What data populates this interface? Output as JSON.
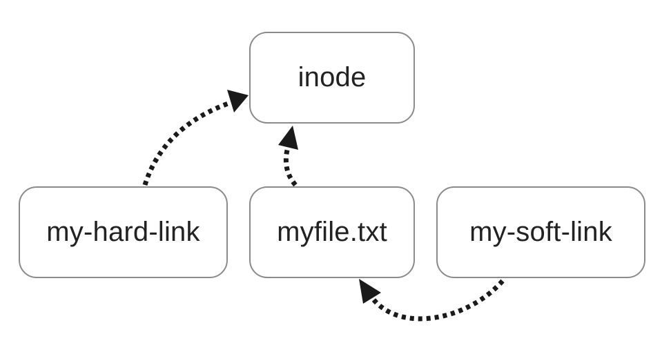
{
  "diagram": {
    "nodes": {
      "inode": "inode",
      "hard_link": "my-hard-link",
      "file": "myfile.txt",
      "soft_link": "my-soft-link"
    },
    "edges": [
      {
        "from": "my-hard-link",
        "to": "inode",
        "style": "dotted"
      },
      {
        "from": "myfile.txt",
        "to": "inode",
        "style": "dotted"
      },
      {
        "from": "my-soft-link",
        "to": "myfile.txt",
        "style": "dotted"
      }
    ],
    "colors": {
      "node_border": "#8a8a8a",
      "text": "#222222",
      "arrow": "#1a1a1a",
      "background": "#ffffff"
    }
  }
}
